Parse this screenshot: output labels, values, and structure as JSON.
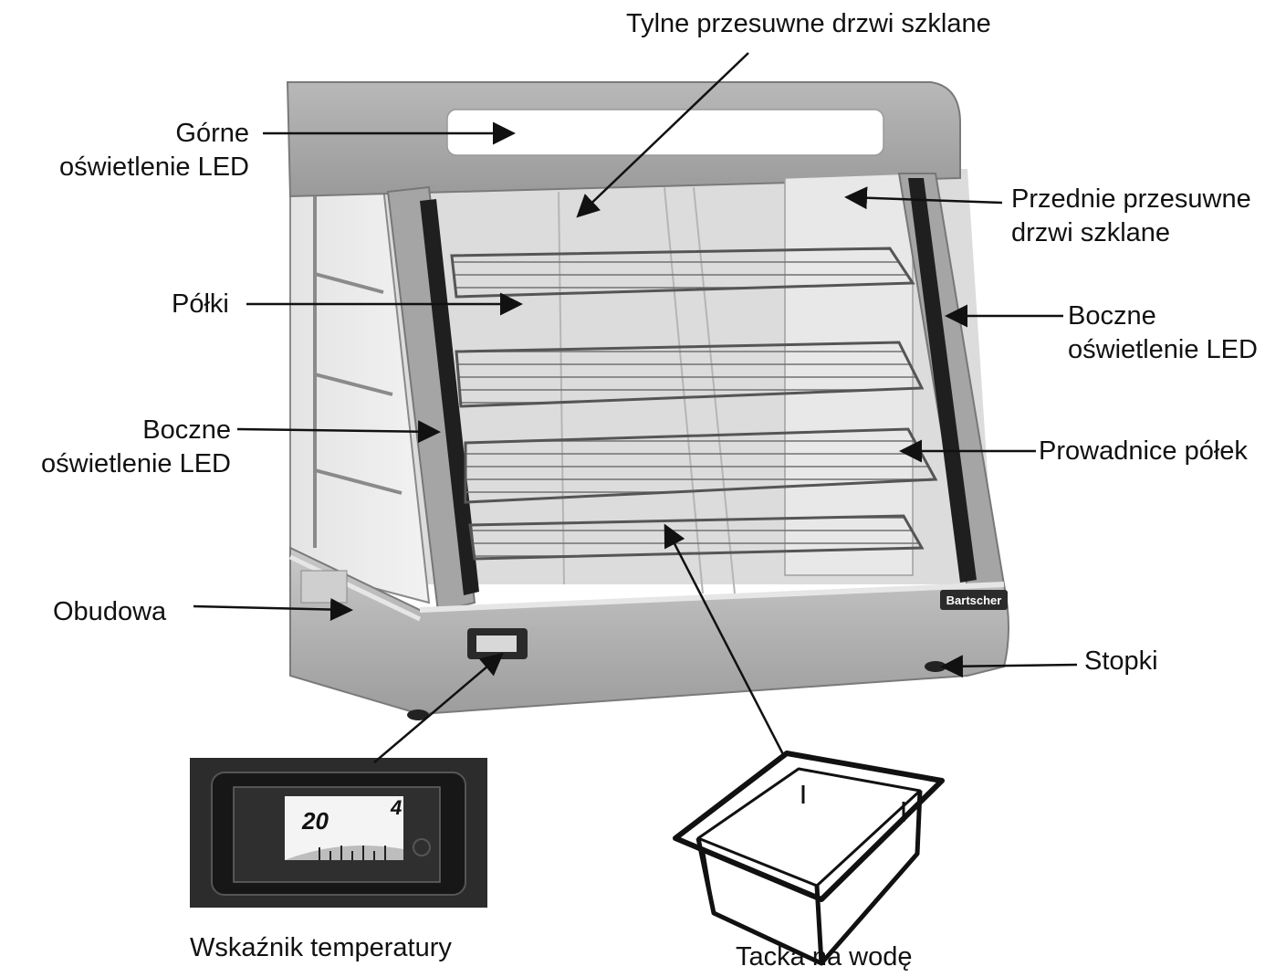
{
  "labels": {
    "rear_doors": "Tylne przesuwne drzwi szklane",
    "top_led": [
      "Górne",
      "oświetlenie LED"
    ],
    "front_doors": [
      "Przednie przesuwne",
      "drzwi szklane"
    ],
    "shelves": "Półki",
    "side_led_right": [
      "Boczne",
      "oświetlenie LED"
    ],
    "side_led_left": [
      "Boczne",
      "oświetlenie LED"
    ],
    "shelf_guides": "Prowadnice półek",
    "housing": "Obudowa",
    "feet": "Stopki",
    "temp_indicator": "Wskaźnik temperatury",
    "water_tray": "Tacka na wodę"
  },
  "brand": "Bartscher",
  "gauge_readings": [
    "20",
    "4"
  ]
}
